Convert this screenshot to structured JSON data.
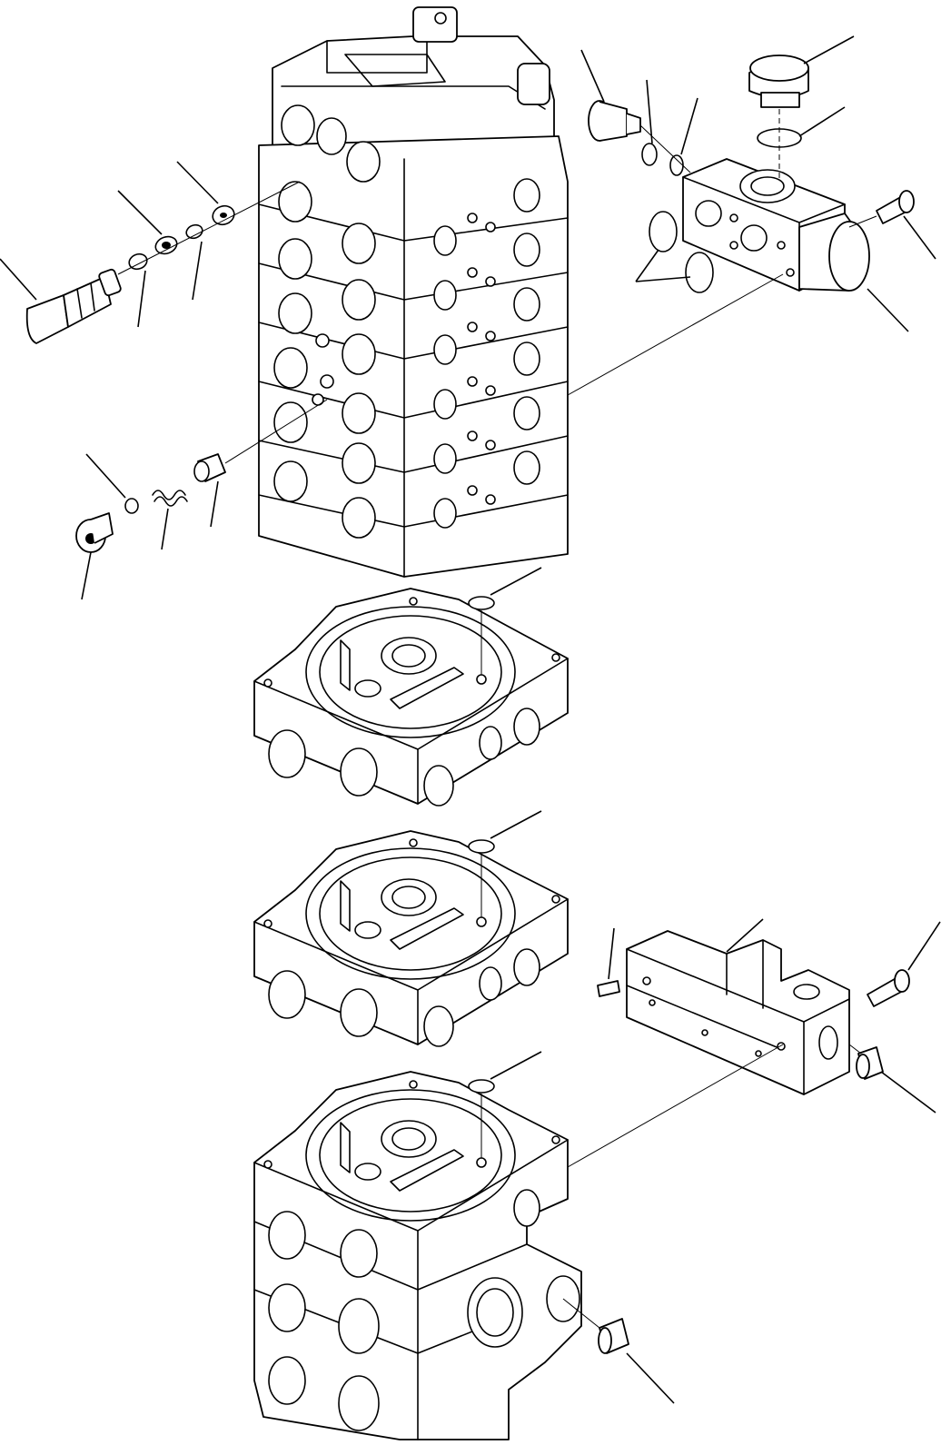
{
  "diagram": {
    "kind": "exploded-parts-view",
    "colors": {
      "line": "#000000",
      "background": "#ffffff"
    },
    "parts": [
      {
        "name": "main-valve-stack"
      },
      {
        "name": "valve-section-upper"
      },
      {
        "name": "valve-section-middle"
      },
      {
        "name": "valve-section-lower"
      },
      {
        "name": "relief-valve-upper-left"
      },
      {
        "name": "check-valve-assembly-left"
      },
      {
        "name": "relief-plug-block-upper-right"
      },
      {
        "name": "solenoid-block-lower-right"
      },
      {
        "name": "plug-bottom"
      }
    ]
  }
}
